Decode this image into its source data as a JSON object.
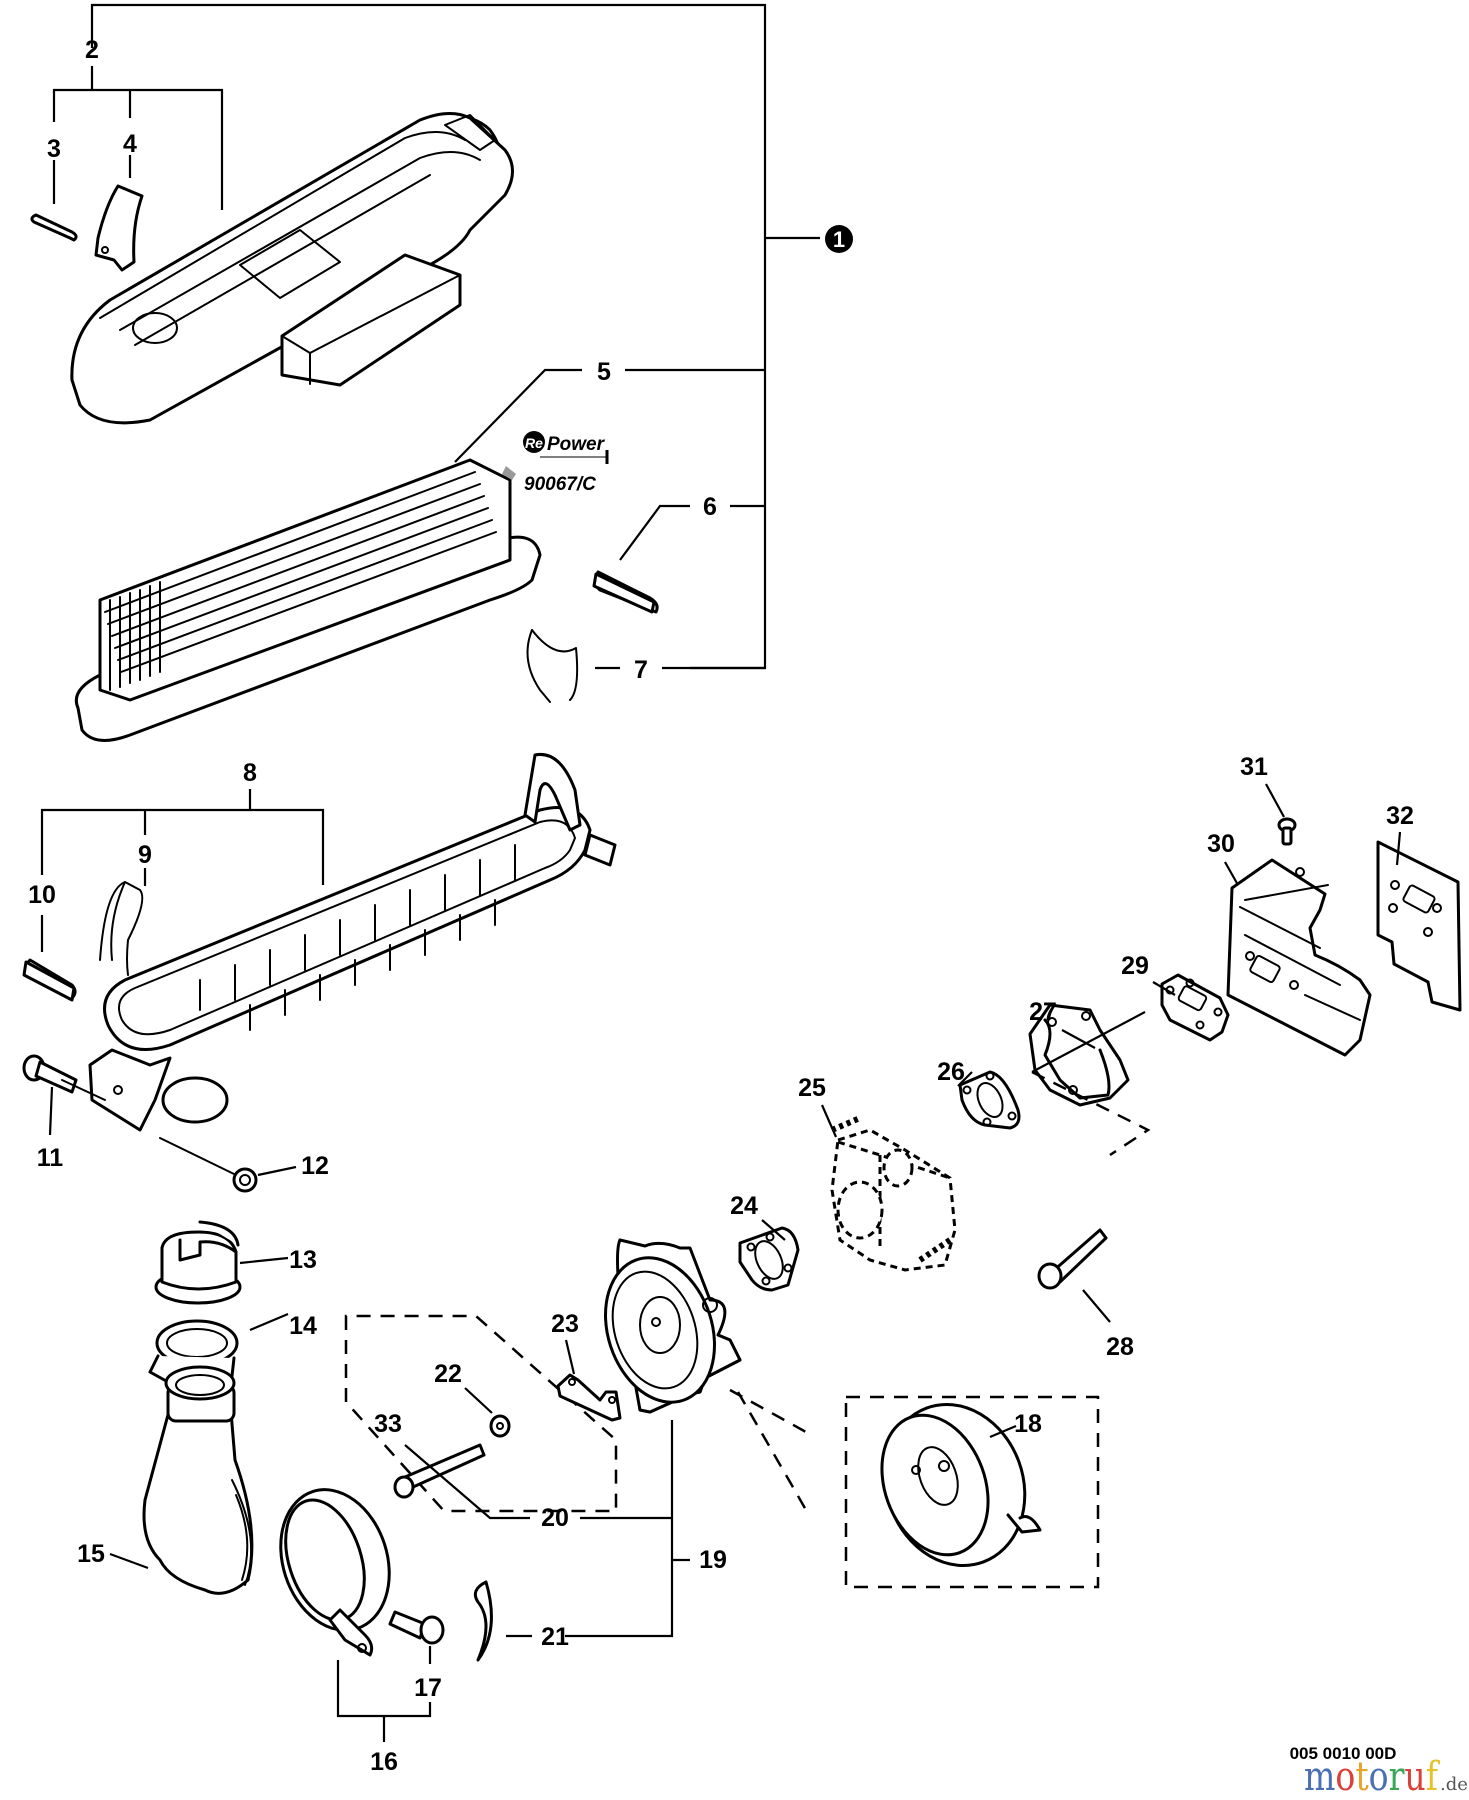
{
  "diagram": {
    "title": "Exploded parts diagram - air filter / carburetor assembly",
    "assembly_marker": "1",
    "callouts": {
      "c2": "2",
      "c3": "3",
      "c4": "4",
      "c5": "5",
      "c6": "6",
      "c7": "7",
      "c8": "8",
      "c9": "9",
      "c10": "10",
      "c11": "11",
      "c12": "12",
      "c13": "13",
      "c14": "14",
      "c15": "15",
      "c16": "16",
      "c17": "17",
      "c18": "18",
      "c19": "19",
      "c20": "20",
      "c21": "21",
      "c22": "22",
      "c23": "23",
      "c24": "24",
      "c25": "25",
      "c26": "26",
      "c27": "27",
      "c28": "28",
      "c29": "29",
      "c30": "30",
      "c31": "31",
      "c32": "32",
      "c33": "33"
    },
    "repower_badge": {
      "logo_prefix": "Re",
      "logo_suffix": "Power",
      "part_reference": "90067/C"
    },
    "drawing_code": "005 0010 00D"
  },
  "watermark": {
    "letters": [
      {
        "char": "m",
        "color": "#4a6fb5"
      },
      {
        "char": "o",
        "color": "#d9423a"
      },
      {
        "char": "t",
        "color": "#e6a42a"
      },
      {
        "char": "o",
        "color": "#4a6fb5"
      },
      {
        "char": "r",
        "color": "#3aa657"
      },
      {
        "char": "u",
        "color": "#d9423a"
      },
      {
        "char": "f",
        "color": "#e6c22a"
      }
    ],
    "suffix": ".de"
  }
}
